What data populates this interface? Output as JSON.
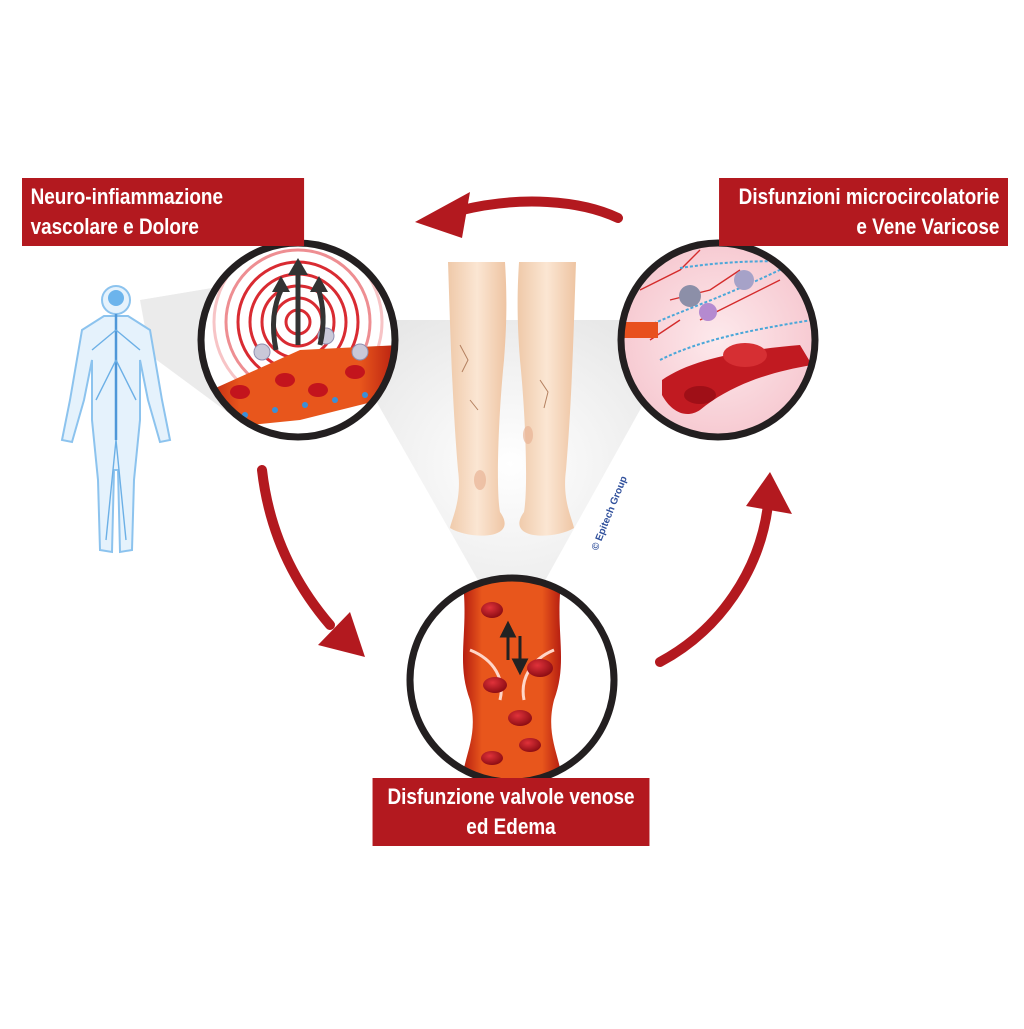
{
  "labels": {
    "neuro": {
      "line1": "Neuro-infiammazione",
      "line2": "vascolare e Dolore"
    },
    "micro": {
      "line1": "Disfunzioni microcircolatorie",
      "line2": "e Vene Varicose"
    },
    "valve": {
      "line1": "Disfunzione valvole venose",
      "line2": "ed Edema"
    }
  },
  "credit": "© Epitech Group",
  "colors": {
    "brand_red": "#b3191f",
    "ring": "#231f20",
    "vessel": "#e0501a",
    "blood_cell": "#c3141d",
    "nerve_blue": "#5aa6e0",
    "skin": "#f6dcc4"
  },
  "icons": {
    "cycle_arrows": "curved-arrow-icon",
    "body": "human-nervous-system-icon",
    "legs": "legs-back-view-icon"
  }
}
